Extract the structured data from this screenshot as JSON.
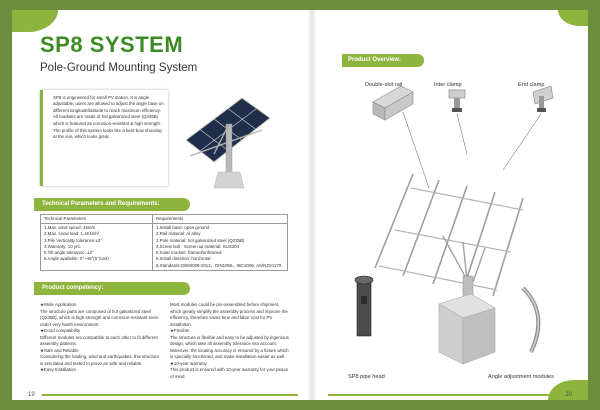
{
  "left_page": {
    "title": "SP8 SYSTEM",
    "subtitle": "Pole-Ground Mounting System",
    "intro_paragraphs": [
      "SP8 is engineered for small PV station. It is angle adjustable, users are allowed to adjust the angle base on different longitude/latitude to reach maximum efficiency. All modules are made of hot galvanized steel (Q235B) which is featured as corrosion-resistant & high strength.",
      "The profile of this system looks like a bent bow shooting at the sun, which looks great."
    ],
    "tech_heading": "Technical Parameters and Requirements:",
    "table": {
      "headers": [
        "Technical Parameters",
        "Requirements"
      ],
      "parameters": [
        "1.Max. wind speed: 46m/s",
        "2.Max. snow load: 1.4KN/m²",
        "3.Pile Verticality tolerance:±2°",
        "4.Warranty: 10 yrs.",
        "5.Tilt angle tolerance: ±2°",
        "6.Angle available: 0°~45°(5°/unit)"
      ],
      "requirements": [
        "1.Install base: open ground.",
        "2.Rail material: Al alloy",
        "3.Pole material: hot galvanized steel (Q235B)",
        "4.Screw bolt : Screw nut material: SUS304",
        "5.Solar module: framed/unframed",
        "6.Install direction: horizontal",
        "6.Standards:GB50009-2012、DIN1055、IBC2006, AS/NZS1170."
      ]
    },
    "competency_heading": "Product competency:",
    "competency_left": [
      "★Wide Application",
      "The structure parts are composed of hot galvanized steel (Q235B), which is high-strength and corrosion-resistant even under very harsh environment.",
      "★Good compatibility",
      "Different modules are compatible to each other to fit different assembly patterns.",
      "★Safe and Reliable",
      "Considering the loading, wind and earthquakes, this structure is simulated and tested to prove as safe and reliable.",
      "★Easy Installation"
    ],
    "competency_right": [
      "Most modules could be pre-assembled before shipment, which greatly simplify the assembly process and improve the efficiency, therefore saves time and labor cost for PV installation.",
      "★Flexible",
      "The structure is flexible and easy to be adjusted by ingenious design, which take all assembly tolerance into account. Moreover, the locating accuracy is ensured by a fixture which is specially functioned, and make installation easier as well.",
      "★10-year warranty",
      "This product is ensured with 10-year warranty for your peace of mind."
    ],
    "page_number": "19"
  },
  "right_page": {
    "overview_heading": "Product Overview:",
    "labels": {
      "double_slot_rail": "Double-slot rail",
      "inter_clamp": "Inter clamp",
      "end_clamp": "End clamp",
      "pipe_head": "SP8 pipe head",
      "angle_modules": "Angle adjustment modules"
    },
    "page_number": "20"
  },
  "colors": {
    "brand_green": "#8db43c",
    "title_green": "#3c8a23",
    "background": "#6d8d3e"
  }
}
